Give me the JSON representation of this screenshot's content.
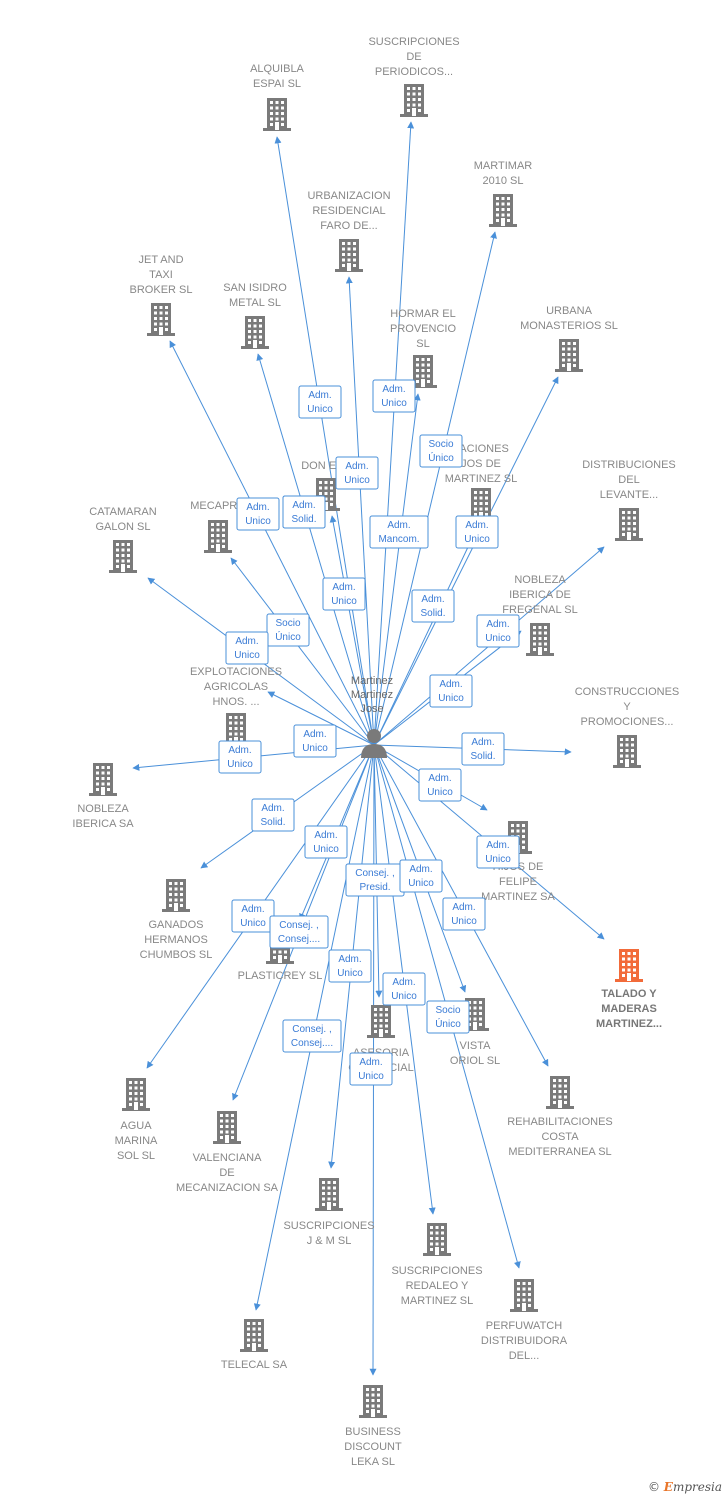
{
  "colors": {
    "edge": "#4a90d9",
    "building": "#7a7a7a",
    "highlight": "#f26b3a",
    "person": "#7a7a7a"
  },
  "center": {
    "label": [
      "Martinez",
      "Martinez",
      "Jose"
    ],
    "icon": "person-icon"
  },
  "nodes": [
    {
      "id": "alquibla",
      "label": [
        "ALQUIBLA",
        "ESPAI SL"
      ]
    },
    {
      "id": "suscr-periodicos",
      "label": [
        "SUSCRIPCIONES",
        "DE",
        "PERIODICOS..."
      ]
    },
    {
      "id": "martimar",
      "label": [
        "MARTIMAR",
        "2010 SL"
      ]
    },
    {
      "id": "urbanizacion",
      "label": [
        "URBANIZACION",
        "RESIDENCIAL",
        "FARO DE..."
      ]
    },
    {
      "id": "jet-taxi",
      "label": [
        "JET AND",
        "TAXI",
        "BROKER SL"
      ]
    },
    {
      "id": "san-isidro",
      "label": [
        "SAN ISIDRO",
        "METAL SL"
      ]
    },
    {
      "id": "hormar",
      "label": [
        "HORMAR EL",
        "PROVENCIO",
        "SL"
      ]
    },
    {
      "id": "urbana-monasterios",
      "label": [
        "URBANA",
        "MONASTERIOS SL"
      ]
    },
    {
      "id": "don-elo",
      "label": [
        "DON ELO"
      ]
    },
    {
      "id": "laciones-martinez",
      "label": [
        "LACIONES",
        "JOS DE",
        "MARTINEZ SL"
      ]
    },
    {
      "id": "distribuciones-levante",
      "label": [
        "DISTRIBUCIONES",
        "DEL",
        "LEVANTE..."
      ]
    },
    {
      "id": "catamaran",
      "label": [
        "CATAMARAN",
        "GALON SL"
      ]
    },
    {
      "id": "mecapro",
      "label": [
        "MECAPRO"
      ]
    },
    {
      "id": "nobleza-fregenal",
      "label": [
        "NOBLEZA",
        "IBERICA DE",
        "FREGENAL  SL"
      ]
    },
    {
      "id": "explotaciones",
      "label": [
        "EXPLOTACIONES",
        "AGRICOLAS",
        "HNOS. ..."
      ]
    },
    {
      "id": "construcciones",
      "label": [
        "CONSTRUCCIONES",
        "Y",
        "PROMOCIONES..."
      ]
    },
    {
      "id": "nobleza-iberica",
      "label": [
        "NOBLEZA",
        "IBERICA SA"
      ]
    },
    {
      "id": "hijos-felipe",
      "label": [
        "HIJOS DE",
        "FELIPE",
        "MARTINEZ SA"
      ]
    },
    {
      "id": "ganados",
      "label": [
        "GANADOS",
        "HERMANOS",
        "CHUMBOS  SL"
      ]
    },
    {
      "id": "talado",
      "label": [
        "TALADO Y",
        "MADERAS",
        "MARTINEZ..."
      ],
      "highlight": true
    },
    {
      "id": "plasticrey",
      "label": [
        "PLASTICREY SL"
      ]
    },
    {
      "id": "asesoria",
      "label": [
        "ASESORIA",
        "COMERCIAL"
      ]
    },
    {
      "id": "vista-oriol",
      "label": [
        "VISTA",
        "ORIOL SL"
      ]
    },
    {
      "id": "agua-marina",
      "label": [
        "AGUA",
        "MARINA",
        "SOL SL"
      ]
    },
    {
      "id": "rehabilitaciones",
      "label": [
        "REHABILITACIONES",
        "COSTA",
        "MEDITERRANEA SL"
      ]
    },
    {
      "id": "valenciana",
      "label": [
        "VALENCIANA",
        "DE",
        "MECANIZACION SA"
      ]
    },
    {
      "id": "suscr-jm",
      "label": [
        "SUSCRIPCIONES",
        "J & M  SL"
      ]
    },
    {
      "id": "suscr-redaleo",
      "label": [
        "SUSCRIPCIONES",
        "REDALEO Y",
        "MARTINEZ SL"
      ]
    },
    {
      "id": "perfuwatch",
      "label": [
        "PERFUWATCH",
        "DISTRIBUIDORA",
        "DEL..."
      ]
    },
    {
      "id": "telecal",
      "label": [
        "TELECAL SA"
      ]
    },
    {
      "id": "business-discount",
      "label": [
        "BUSINESS",
        "DISCOUNT",
        "LEKA SL"
      ]
    }
  ],
  "roles": [
    {
      "text": [
        "Adm.",
        "Unico"
      ]
    },
    {
      "text": [
        "Adm.",
        "Unico"
      ]
    },
    {
      "text": [
        "Adm.",
        "Unico"
      ]
    },
    {
      "text": [
        "Socio",
        "Único"
      ]
    },
    {
      "text": [
        "Adm.",
        "Unico"
      ]
    },
    {
      "text": [
        "Adm.",
        "Unico"
      ]
    },
    {
      "text": [
        "Adm.",
        "Solid."
      ]
    },
    {
      "text": [
        "Adm.",
        "Mancom."
      ]
    },
    {
      "text": [
        "Adm.",
        "Unico"
      ]
    },
    {
      "text": [
        "Adm.",
        "Unico"
      ]
    },
    {
      "text": [
        "Adm.",
        "Solid."
      ]
    },
    {
      "text": [
        "Socio",
        "Único"
      ]
    },
    {
      "text": [
        "Adm.",
        "Unico"
      ]
    },
    {
      "text": [
        "Adm.",
        "Unico"
      ]
    },
    {
      "text": [
        "Adm.",
        "Unico"
      ]
    },
    {
      "text": [
        "Adm.",
        "Unico"
      ]
    },
    {
      "text": [
        "Adm.",
        "Unico"
      ]
    },
    {
      "text": [
        "Adm.",
        "Solid."
      ]
    },
    {
      "text": [
        "Adm.",
        "Unico"
      ]
    },
    {
      "text": [
        "Adm.",
        "Solid."
      ]
    },
    {
      "text": [
        "Adm.",
        "Unico"
      ]
    },
    {
      "text": [
        "Adm.",
        "Unico"
      ]
    },
    {
      "text": [
        "Consej. ,",
        "Presid."
      ]
    },
    {
      "text": [
        "Adm.",
        "Unico"
      ]
    },
    {
      "text": [
        "Adm.",
        "Unico"
      ]
    },
    {
      "text": [
        "Adm.",
        "Unico"
      ]
    },
    {
      "text": [
        "Consej. ,",
        "Consej...."
      ]
    },
    {
      "text": [
        "Adm.",
        "Unico"
      ]
    },
    {
      "text": [
        "Adm.",
        "Unico"
      ]
    },
    {
      "text": [
        "Socio",
        "Único"
      ]
    },
    {
      "text": [
        "Consej. ,",
        "Consej...."
      ]
    },
    {
      "text": [
        "Adm.",
        "Unico"
      ]
    }
  ],
  "footer": {
    "copyright": "©",
    "brand_first": "E",
    "brand_rest": "mpresia"
  }
}
